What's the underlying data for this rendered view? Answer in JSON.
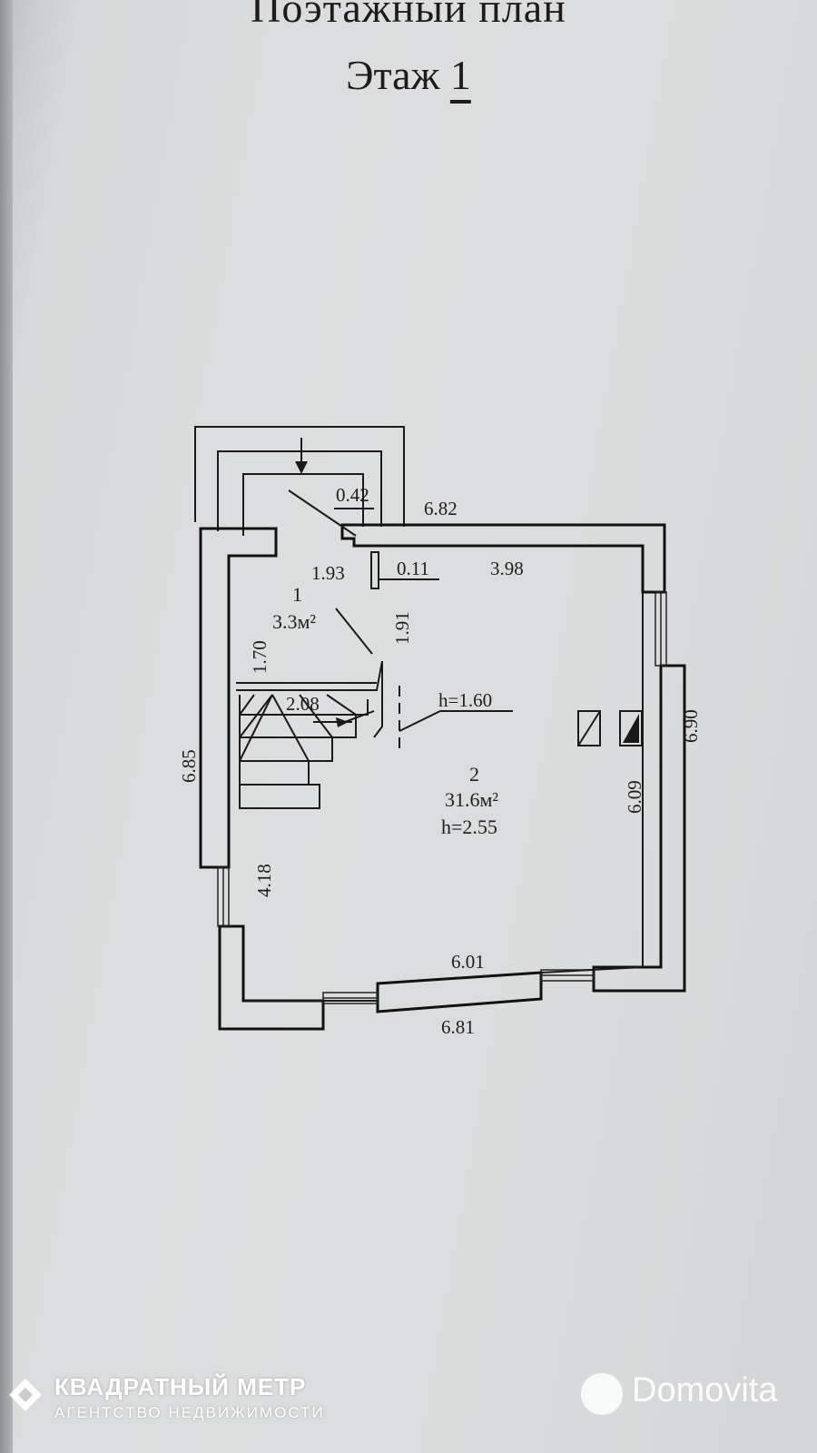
{
  "document": {
    "title": "Поэтажный план",
    "floor_label": "Этаж",
    "floor_number": "1"
  },
  "rooms": [
    {
      "number": "1",
      "area": "3.3м²"
    },
    {
      "number": "2",
      "area": "31.6м²",
      "height": "h=2.55"
    }
  ],
  "stair_height_label": "h=1.60",
  "dimensions": {
    "overall_top": "6.82",
    "overall_bottom": "6.81",
    "overall_left": "6.85",
    "overall_right": "6.90",
    "inner_bottom": "6.01",
    "inner_right": "6.09",
    "inner_top": "3.98",
    "left_lower": "4.18",
    "room1_width": "1.93",
    "room1_height": "1.70",
    "room1_right": "1.91",
    "stair_width": "2.08",
    "wall_step": "0.42",
    "partition_width": "0.11"
  },
  "watermarks": {
    "agency_name": "КВАДРАТНЫЙ МЕТР",
    "agency_subtitle": "АГЕНТСТВО НЕДВИЖИМОСТИ",
    "portal_name": "Domovita"
  }
}
